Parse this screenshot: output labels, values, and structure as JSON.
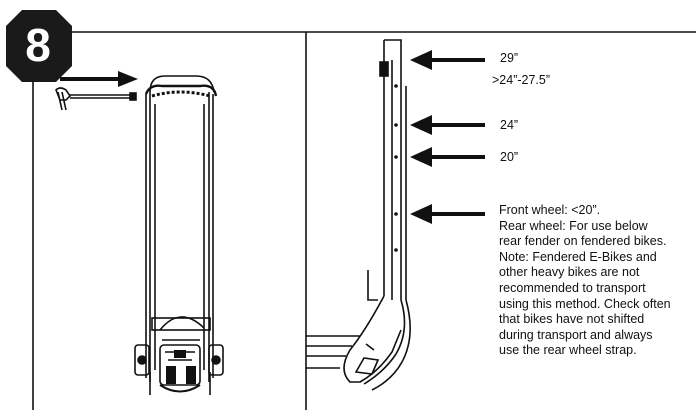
{
  "step": {
    "number": "8"
  },
  "height_labels": [
    {
      "text": "29”"
    },
    {
      "text": ">24”-27.5”"
    },
    {
      "text": "24”"
    },
    {
      "text": "20”"
    }
  ],
  "note_lines": [
    "Front wheel: <20”.",
    "Rear wheel: For use below",
    "rear fender on fendered bikes.",
    "Note: Fendered E-Bikes and",
    "other heavy bikes are not",
    "recommended to transport",
    "using this method. Check often",
    "that bikes have not shifted",
    "during transport and always",
    "use the rear wheel strap."
  ],
  "colors": {
    "ink": "#111111",
    "badge": "#1a1a1a",
    "paper": "#ffffff"
  }
}
